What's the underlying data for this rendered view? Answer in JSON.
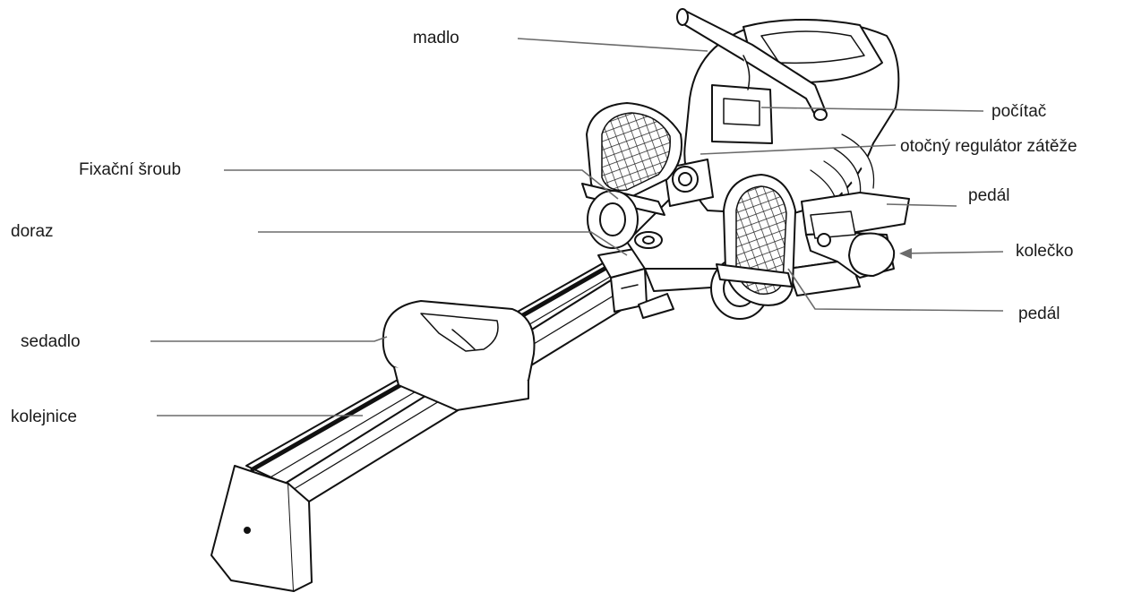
{
  "labels": {
    "madlo": "madlo",
    "pocitac": "počítač",
    "regulator": "otočný regulátor zátěže",
    "sroub": "Fixační šroub",
    "pedal_upper": "pedál",
    "doraz": "doraz",
    "kolecko": "kolečko",
    "pedal_lower": "pedál",
    "sedadlo": "sedadlo",
    "kolejnice": "kolejnice"
  }
}
